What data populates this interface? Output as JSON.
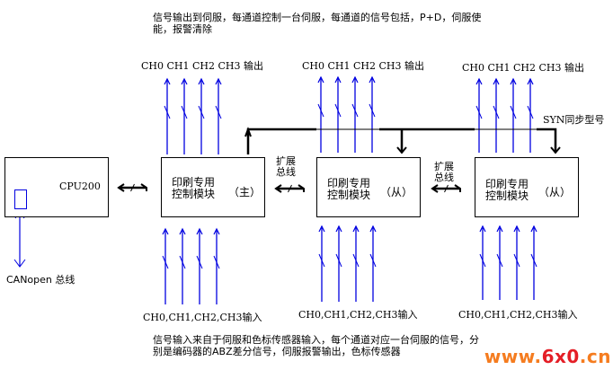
{
  "notes": {
    "top": "信号输出到伺服，每通道控制一台伺服，每通道的信号包括，P+D，伺服使\n能，报警清除",
    "bottom": "信号输入来自于伺服和色标传感器输入，每个通道对应一台伺服的信号，分\n别是编码器的ABZ差分信号，伺服报警输出，色标传感器"
  },
  "cpu": {
    "label": "CPU200",
    "canopen_label": "CANopen 总线"
  },
  "modules": [
    {
      "line1": "印刷专用",
      "line2": "控制模块",
      "role": "（主）",
      "output_label": "CH0 CH1  CH2 CH3 输出",
      "input_label": "CH0,CH1,CH2,CH3输入"
    },
    {
      "line1": "印刷专用",
      "line2": "控制模块",
      "role": "（从）",
      "output_label": "CH0 CH1  CH2 CH3 输出",
      "input_label": "CH0,CH1,CH2,CH3输入"
    },
    {
      "line1": "印刷专用",
      "line2": "控制模块",
      "role": "（从）",
      "output_label": "CH0 CH1  CH2 CH3 输出",
      "input_label": "CH0,CH1,CH2,CH3输入"
    }
  ],
  "expansion_bus": {
    "line1": "扩展",
    "line2": "总线"
  },
  "sync_label": "SYN同步型号",
  "colors": {
    "signal": "#0000e0",
    "line": "#000000",
    "watermark_orange": "#f57c1f",
    "watermark_red": "#e41e26"
  },
  "watermark": {
    "part1": "www.",
    "part2": "6x0",
    "part3": ".cn"
  }
}
